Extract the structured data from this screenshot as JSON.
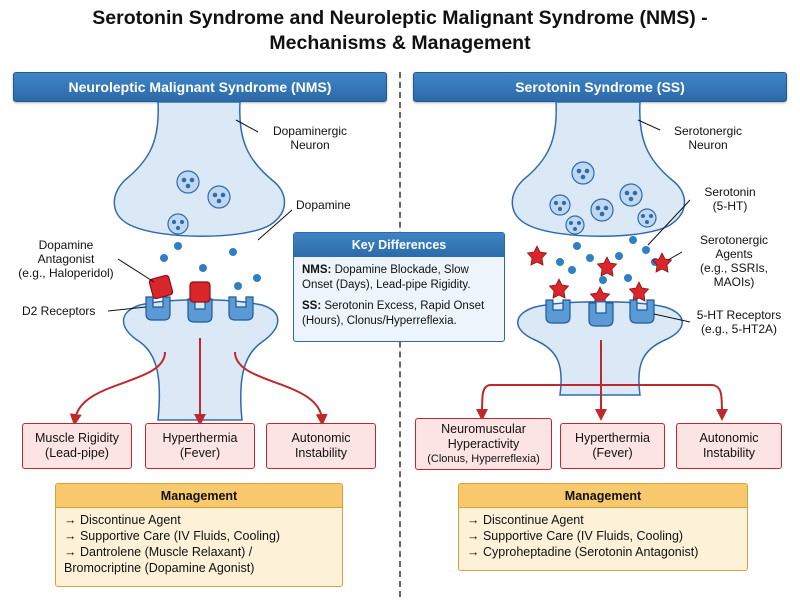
{
  "title": {
    "line1": "Serotonin Syndrome and Neuroleptic Malignant Syndrome (NMS) -",
    "line2": "Mechanisms & Management"
  },
  "nms": {
    "header": "Neuroleptic Malignant Syndrome (NMS)",
    "labels": {
      "neuron": "Dopaminergic\nNeuron",
      "transmitter": "Dopamine",
      "antagonist": "Dopamine\nAntagonist\n(e.g., Haloperidol)",
      "receptors": "D2 Receptors"
    },
    "effects": [
      {
        "text": "Muscle Rigidity\n(Lead-pipe)"
      },
      {
        "text": "Hyperthermia\n(Fever)"
      },
      {
        "text": "Autonomic\nInstability"
      }
    ],
    "management": {
      "title": "Management",
      "items": [
        "→ Discontinue Agent",
        "→ Supportive Care (IV Fluids, Cooling)",
        "→ Dantrolene (Muscle Relaxant) /\n    Bromocriptine (Dopamine Agonist)"
      ]
    }
  },
  "ss": {
    "header": "Serotonin Syndrome (SS)",
    "labels": {
      "neuron": "Serotonergic\nNeuron",
      "transmitter": "Serotonin\n(5-HT)",
      "agents": "Serotonergic\nAgents\n(e.g., SSRIs,\nMAOIs)",
      "receptors": "5-HT Receptors\n(e.g., 5-HT2A)"
    },
    "effects": [
      {
        "text": "Neuromuscular\nHyperactivity",
        "sub": "(Clonus, Hyperreflexia)"
      },
      {
        "text": "Hyperthermia\n(Fever)"
      },
      {
        "text": "Autonomic\nInstability"
      }
    ],
    "management": {
      "title": "Management",
      "items": [
        "→ Discontinue Agent",
        "→ Supportive Care (IV Fluids, Cooling)",
        "→ Cyproheptadine (Serotonin Antagonist)"
      ]
    }
  },
  "key_differences": {
    "title": "Key Differences",
    "nms_label": "NMS:",
    "nms_text": " Dopamine Blockade, Slow Onset (Days), Lead-pipe Rigidity.",
    "ss_label": "SS:",
    "ss_text": " Serotonin Excess, Rapid Onset (Hours), Clonus/Hyperreflexia."
  },
  "colors": {
    "header_blue": "#2c6aa8",
    "neuron_fill": "#dbe8f6",
    "effect_red": "#c0282d",
    "effect_fill": "#fde4e4",
    "management_fill": "#fdf1d8",
    "management_header": "#f7c86c",
    "antagonist_red": "#d8262b",
    "receptor_blue": "#5b9ad5"
  }
}
